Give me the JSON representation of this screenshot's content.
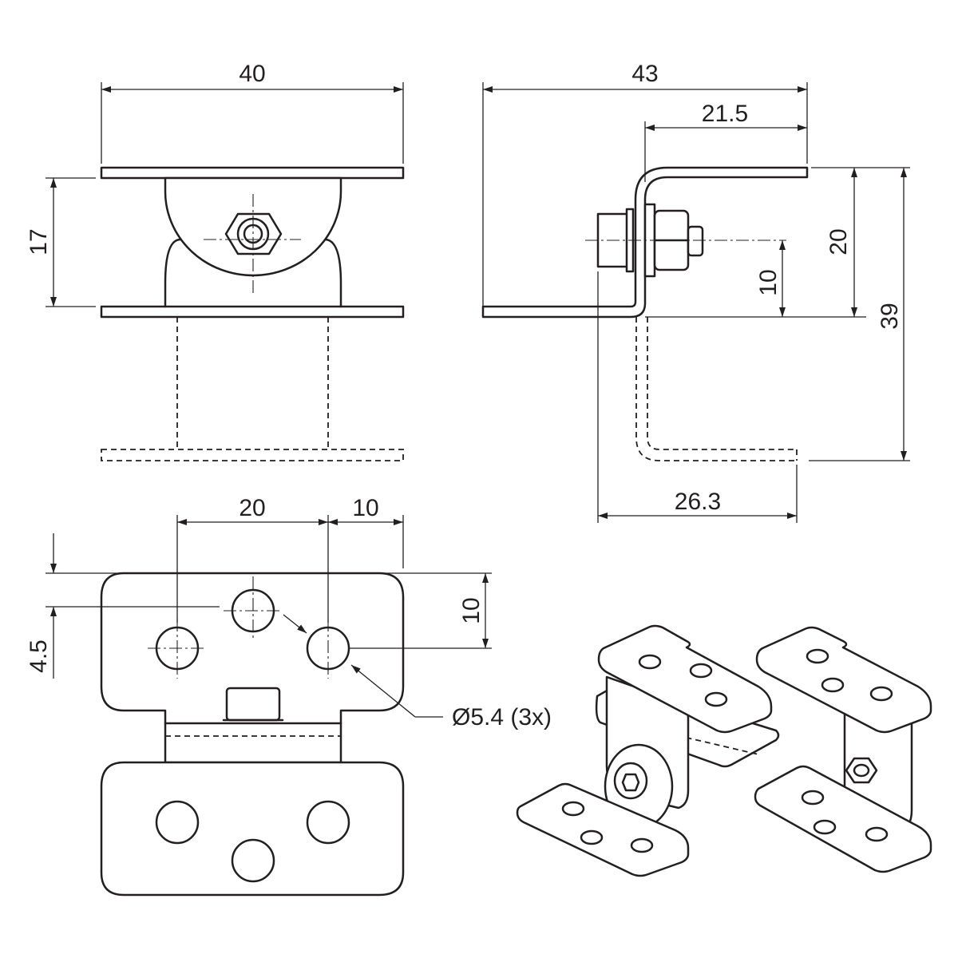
{
  "drawing": {
    "front_view": {
      "width_label": "40",
      "height_label": "17"
    },
    "side_view": {
      "overall_width_label": "43",
      "flange_width_label": "21.5",
      "inner_height_label": "20",
      "bolt_height_label": "10",
      "overall_height_label": "39",
      "extended_width_label": "26.3"
    },
    "plan_view": {
      "hole_spacing_label": "20",
      "edge_offset_label": "10",
      "top_offset_label": "4.5",
      "hole_pitch_label": "10",
      "hole_callout": "Ø5.4 (3x)"
    },
    "line_color": "#231f20",
    "background": "#ffffff"
  }
}
